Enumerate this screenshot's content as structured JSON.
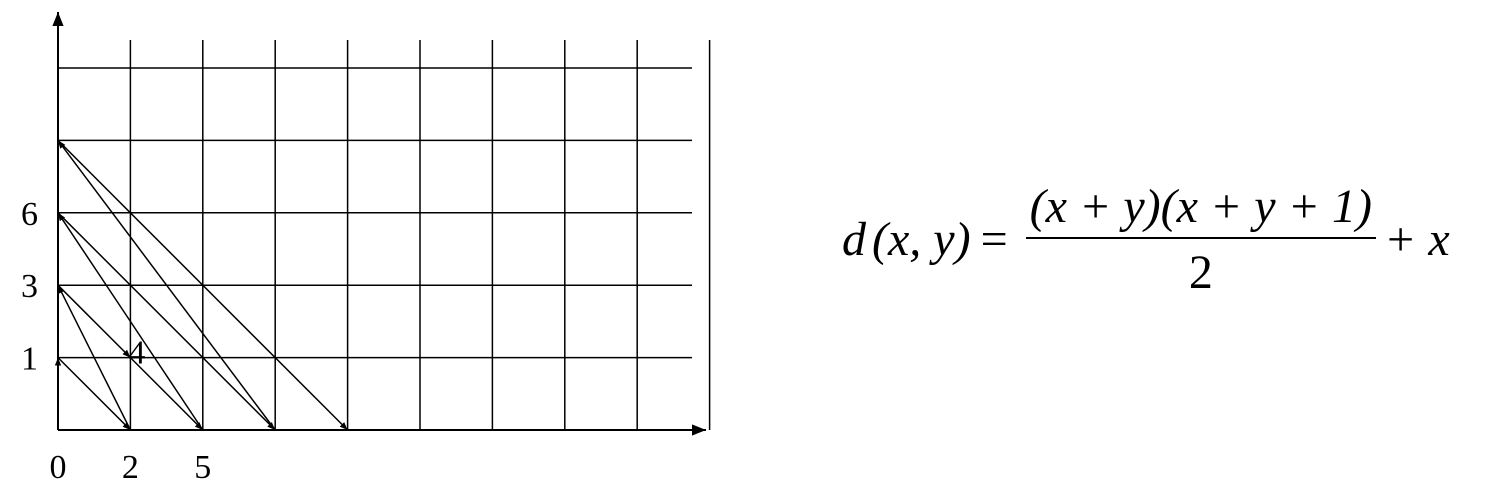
{
  "diagram": {
    "grid": {
      "cols": 9,
      "rows": 5
    },
    "x_axis_labels": [
      {
        "text": "0",
        "col": 0
      },
      {
        "text": "2",
        "col": 1
      },
      {
        "text": "5",
        "col": 2
      }
    ],
    "y_axis_labels": [
      {
        "text": "1",
        "row": 1
      },
      {
        "text": "3",
        "row": 2
      },
      {
        "text": "6",
        "row": 3
      }
    ],
    "inline_labels": [
      {
        "text": "4",
        "x": 1,
        "y": 1
      }
    ],
    "arrows": [
      {
        "from": [
          0,
          0
        ],
        "to": [
          0,
          1
        ]
      },
      {
        "from": [
          0,
          1
        ],
        "to": [
          1,
          0
        ]
      },
      {
        "from": [
          1,
          0
        ],
        "to": [
          0,
          2
        ]
      },
      {
        "from": [
          0,
          2
        ],
        "to": [
          1,
          1
        ]
      },
      {
        "from": [
          1,
          1
        ],
        "to": [
          2,
          0
        ]
      },
      {
        "from": [
          2,
          0
        ],
        "to": [
          0,
          3
        ]
      },
      {
        "from": [
          0,
          3
        ],
        "to": [
          3,
          0
        ]
      },
      {
        "from": [
          3,
          0
        ],
        "to": [
          0,
          4
        ]
      },
      {
        "from": [
          0,
          4
        ],
        "to": [
          4,
          0
        ]
      }
    ]
  },
  "formula": {
    "lhs_fn": "d",
    "lhs_args": "(x, y)",
    "equals": "=",
    "numerator": "(x + y)(x + y + 1)",
    "denominator": "2",
    "tail": "+ x"
  }
}
